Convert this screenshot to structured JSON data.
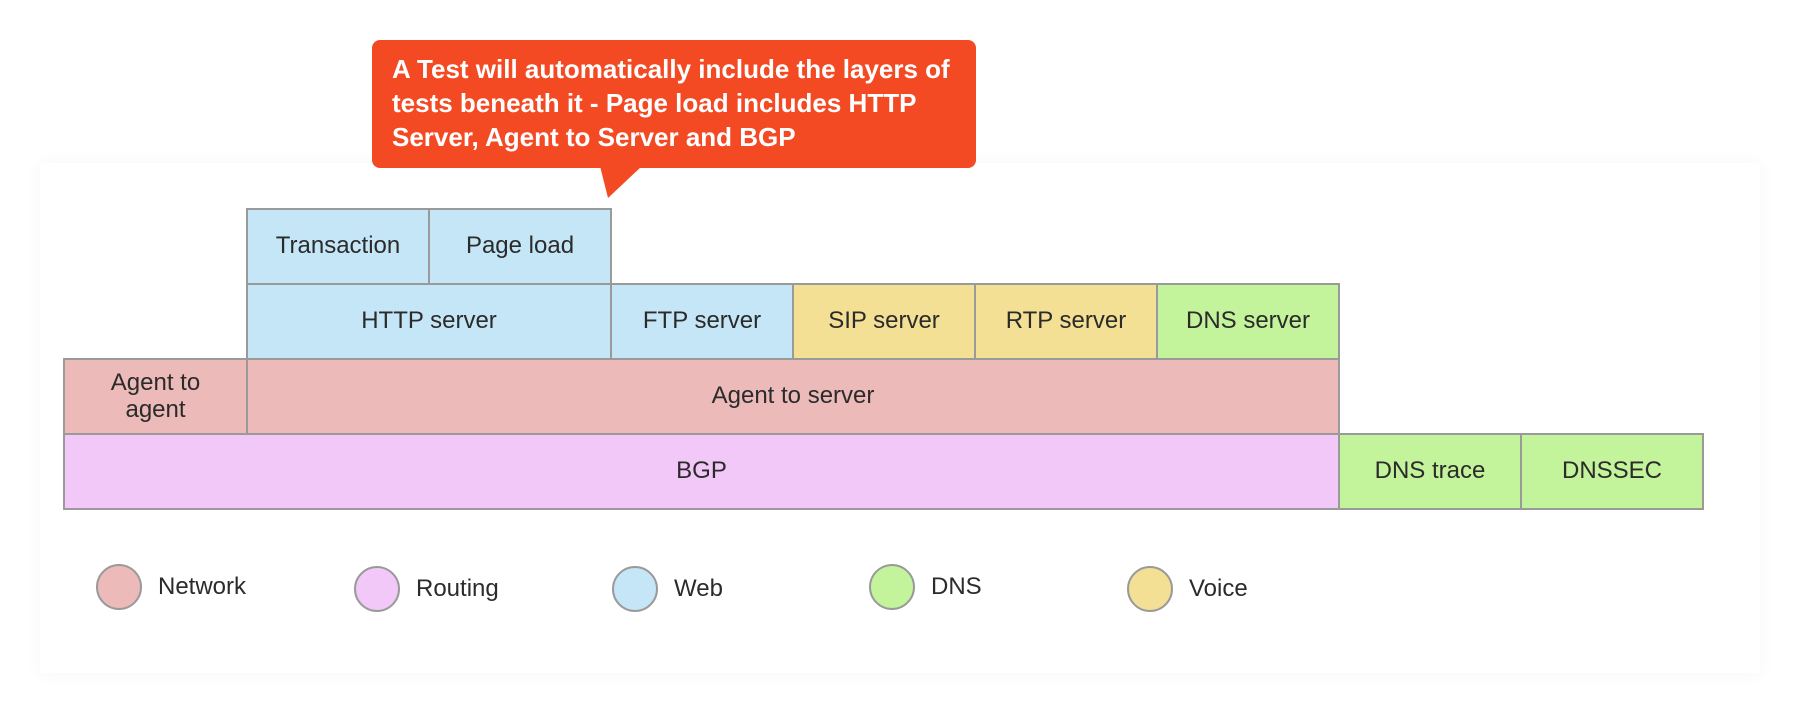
{
  "callout": {
    "text": "A Test will automatically include the layers of tests beneath it - Page load includes HTTP Server, Agent to Server and BGP",
    "color": "#f34a24"
  },
  "diagram": {
    "row_web_top": {
      "transaction": "Transaction",
      "page_load": "Page load"
    },
    "row_servers": {
      "http_server": "HTTP server",
      "ftp_server": "FTP server",
      "sip_server": "SIP server",
      "rtp_server": "RTP server",
      "dns_server": "DNS server"
    },
    "row_network": {
      "agent_to_agent": "Agent to agent",
      "agent_to_server": "Agent to server"
    },
    "row_base": {
      "bgp": "BGP",
      "dns_trace": "DNS trace",
      "dnssec": "DNSSEC"
    }
  },
  "legend": {
    "network": "Network",
    "routing": "Routing",
    "web": "Web",
    "dns": "DNS",
    "voice": "Voice"
  },
  "colors": {
    "network": "#ecbab8",
    "routing": "#f1c8f7",
    "web": "#c4e6f7",
    "dns": "#c3f39a",
    "voice": "#f3e095"
  }
}
